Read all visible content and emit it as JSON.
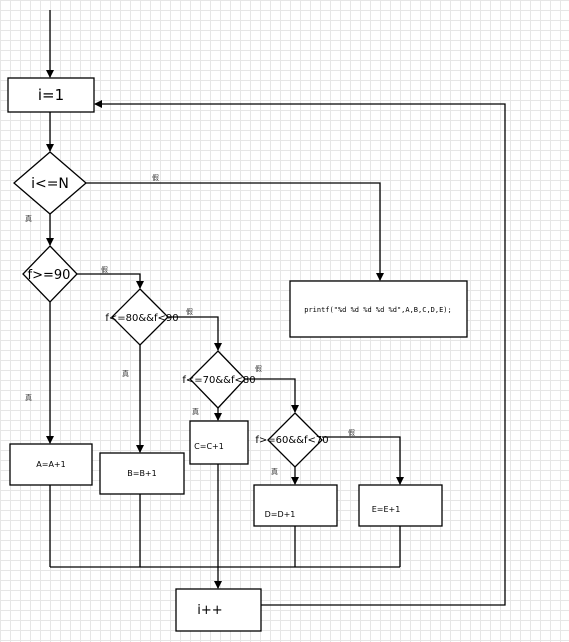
{
  "colors": {
    "stroke": "#000000",
    "fill": "#ffffff",
    "grid": "#e6e6e6"
  },
  "nodes": {
    "init": "i=1",
    "loop_cond": "i<=N",
    "cond_90": "f>=90",
    "cond_80": "f<=80&&f<90",
    "cond_70": "f<=70&&f<80",
    "cond_60": "f>=60&&f<70",
    "print": "printf(\"%d %d %d %d %d\",A,B,C,D,E);",
    "inc_a": "A=A+1",
    "inc_b": "B=B+1",
    "inc_c": "C=C+1",
    "inc_d": "D=D+1",
    "inc_e": "E=E+1",
    "inc_i": "i++"
  },
  "labels": {
    "true": "真",
    "false": "假"
  }
}
